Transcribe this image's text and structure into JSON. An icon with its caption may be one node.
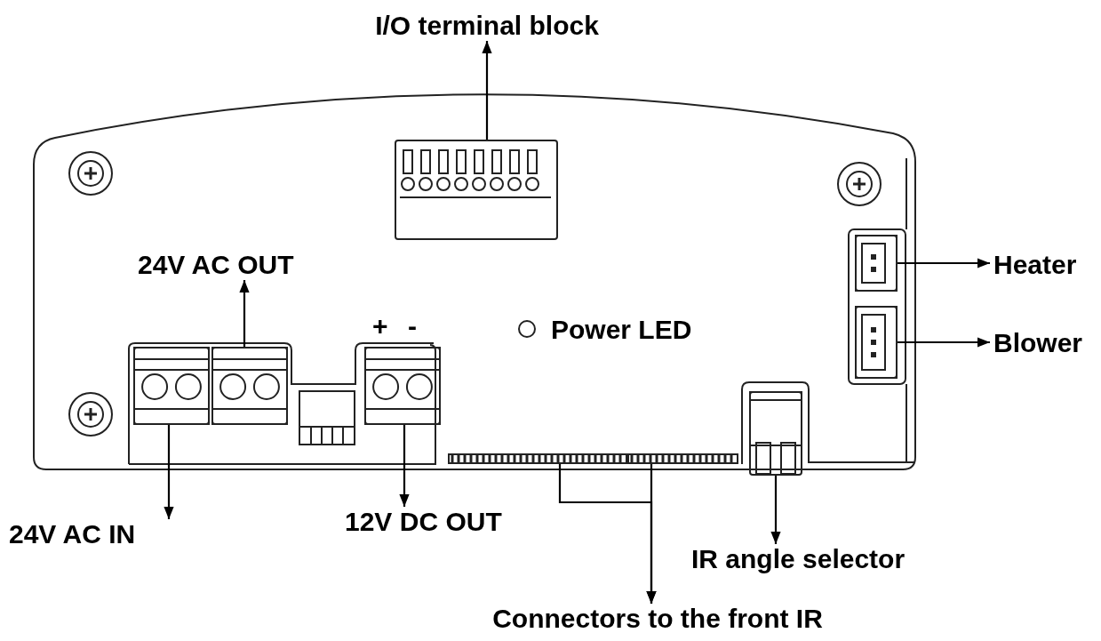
{
  "diagram": {
    "nodes": [
      {
        "text": [
          "I/O terminal block"
        ]
      },
      {
        "text": [],
        "shape": "box"
      },
      {
        "text": [
          "24V AC OUT"
        ]
      },
      {
        "text": [],
        "shape": "box"
      },
      {
        "text": [
          "24V AC IN"
        ]
      },
      {
        "text": [],
        "shape": "box"
      },
      {
        "text": [
          "12V DC OUT"
        ]
      },
      {
        "text": [],
        "shape": "box",
        "beside": [
          "+",
          "-"
        ]
      },
      {
        "text": [
          "Heater"
        ]
      },
      {
        "text": [],
        "shape": "box"
      },
      {
        "text": [
          "Blower"
        ]
      },
      {
        "text": [],
        "shape": "box"
      },
      {
        "text": [
          "IR angle selector"
        ]
      },
      {
        "text": [],
        "shape": "box"
      },
      {
        "text": [
          "Connectors to the front IR"
        ]
      },
      {
        "text": [],
        "shape": "bar"
      },
      {
        "text": [],
        "shape": "bar"
      }
    ],
    "edges": [
      {
        "from": 1,
        "to": 0,
        "arrow": "to"
      },
      {
        "from": 3,
        "to": 2,
        "arrow": "to"
      },
      {
        "from": 5,
        "to": 4,
        "arrow": "to"
      },
      {
        "from": 7,
        "to": 6,
        "arrow": "to"
      },
      {
        "from": 9,
        "to": 8,
        "arrow": "to"
      },
      {
        "from": 11,
        "to": 10,
        "arrow": "to"
      },
      {
        "from": 13,
        "to": 12,
        "arrow": "to"
      },
      {
        "from": 15,
        "to": 14,
        "arrow": "to"
      },
      {
        "from": 16,
        "to": 14,
        "arrow": "to"
      }
    ],
    "labels": [
      "Power LED"
    ]
  }
}
